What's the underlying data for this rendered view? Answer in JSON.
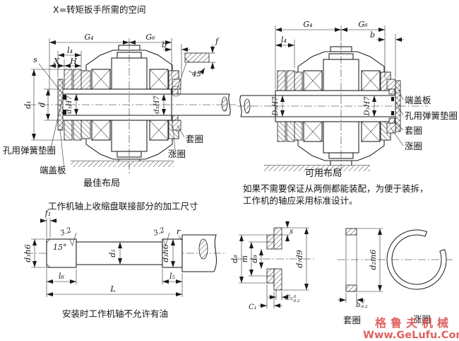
{
  "page": {
    "background": "#ffffff",
    "line_color": "#1a1a1a",
    "watermark_color": "#dc5555"
  },
  "top_note": "X=转矩扳手所需的空间",
  "left_assembly": {
    "caption": "最佳布局",
    "dims": {
      "G4": "G₄",
      "G6": "G₆",
      "l4": "l₄",
      "X": "X",
      "H": "H",
      "s": "s",
      "b": "b",
      "f": "f",
      "angle": "45°",
      "d1": "d₁",
      "d": "d",
      "bore_left": "d₃H7",
      "bore_right": "d₃H7"
    },
    "labels": {
      "spring_washer": "孔用弹簧垫圈",
      "end_cover": "端盖板",
      "sleeve_ring": "套圈",
      "expansion_ring": "涨圈"
    }
  },
  "right_assembly": {
    "caption": "可用布局",
    "dims": {
      "G4": "G₄",
      "G6": "G₆",
      "l4": "l₄",
      "b": "b",
      "bore_left": "D₃H7",
      "bore_right": "D₃H7"
    },
    "labels": {
      "end_cover": "端盖板",
      "spring_washer": "孔用弹簧垫圈",
      "sleeve_ring": "套圈",
      "expansion_ring": "涨圈"
    },
    "note_line1": "如果不需要保证从两侧都能装配，为便于装拆，",
    "note_line2": "工作机的轴应采用标准设计。"
  },
  "shaft_drawing": {
    "title": "工作机轴上收缩盘联接部分的加工尺寸",
    "caption": "安装时工作机轴不允许有油",
    "dims": {
      "f1": "f₁",
      "ra_left": "3.2",
      "angle": "15°",
      "ra_right": "3.2",
      "r": "r",
      "d_left": "d₃h6",
      "d_mid": "d₅",
      "d_right": "d₃h6",
      "l6": "l₆",
      "l5": "l₅",
      "L": "L"
    }
  },
  "flange_drawing": {
    "dims": {
      "d8": "d₈",
      "m": "m",
      "d9": "d₉",
      "s": "s",
      "d7": "d₇d9",
      "C2": "C₂",
      "C2_tol_top": "0",
      "C2_tol_bottom": "-0.2",
      "C1": "C₁"
    }
  },
  "sleeve_drawing": {
    "label": "套圈",
    "dims": {
      "d2": "d₂m6",
      "b": "b",
      "b_tol_top": "0",
      "b_tol_bottom": "-0.2"
    }
  },
  "expansion_drawing": {
    "label": "涨圈"
  },
  "watermark": {
    "line1": "格鲁夫机械",
    "line2": "Www.GeLufu.Com"
  }
}
